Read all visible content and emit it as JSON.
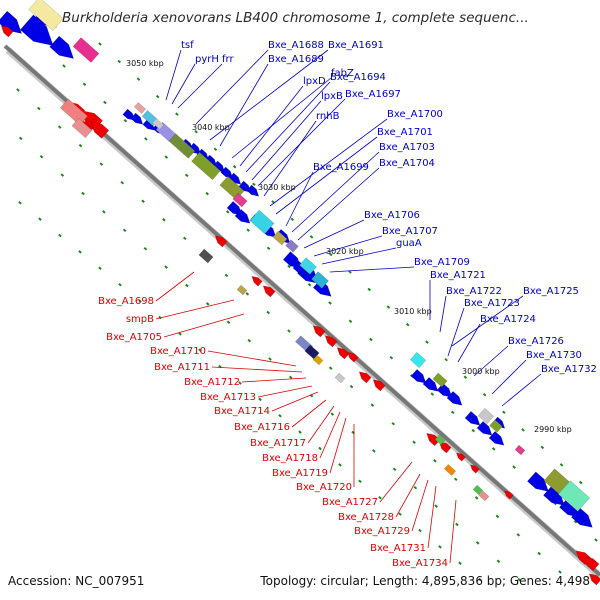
{
  "title": "Burkholderia xenovorans LB400 chromosome 1, complete sequenc...",
  "accession": "Accession: NC_007951",
  "summary": "Topology: circular; Length: 4,895,836 bp; Genes: 4,498",
  "colors": {
    "forward_label": "#0000cc",
    "reverse_label": "#dd0000",
    "backbone": "#808080",
    "gene_blue": "#0000e6",
    "gene_red": "#ee0000",
    "tick_dot": "#1a8a1a"
  },
  "ticks": [
    "3050 kbp",
    "3040 kbp",
    "3030 kbp",
    "3020 kbp",
    "3010 kbp",
    "3000 kbp",
    "2990 kbp"
  ],
  "forward_labels": [
    "tsf",
    "pyrH",
    "frr",
    "Bxe_A1688",
    "Bxe_A1691",
    "Bxe_A1689",
    "fabZ",
    "lpxD",
    "Bxe_A1694",
    "lpxB",
    "Bxe_A1697",
    "rnhB",
    "Bxe_A1700",
    "Bxe_A1701",
    "Bxe_A1699",
    "Bxe_A1703",
    "Bxe_A1704",
    "Bxe_A1706",
    "Bxe_A1707",
    "guaA",
    "Bxe_A1709",
    "Bxe_A1721",
    "Bxe_A1722",
    "Bxe_A1725",
    "Bxe_A1723",
    "Bxe_A1724",
    "Bxe_A1726",
    "Bxe_A1730",
    "Bxe_A1732"
  ],
  "reverse_labels": [
    "Bxe_A1698",
    "smpB",
    "Bxe_A1705",
    "Bxe_A1710",
    "Bxe_A1711",
    "Bxe_A1712",
    "Bxe_A1713",
    "Bxe_A1714",
    "Bxe_A1716",
    "Bxe_A1717",
    "Bxe_A1718",
    "Bxe_A1719",
    "Bxe_A1720",
    "Bxe_A1727",
    "Bxe_A1728",
    "Bxe_A1729",
    "Bxe_A1731",
    "Bxe_A1734"
  ]
}
